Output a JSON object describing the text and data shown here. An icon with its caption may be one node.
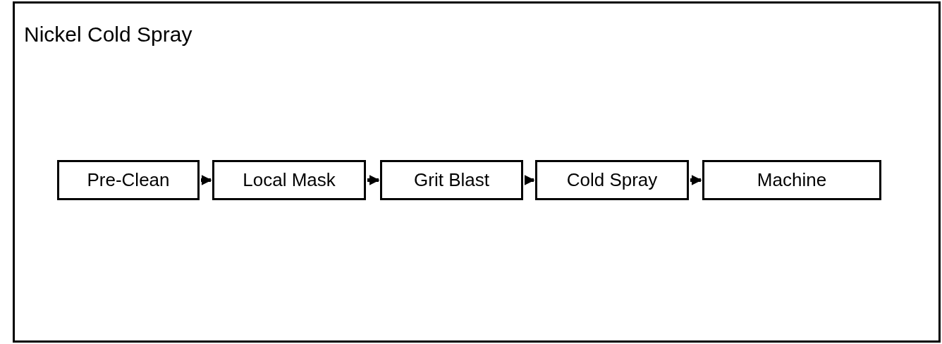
{
  "diagram": {
    "title": "Nickel Cold Spray",
    "nodes": [
      {
        "text": [
          "Pre-Clean"
        ]
      },
      {
        "text": [
          "Local Mask"
        ]
      },
      {
        "text": [
          "Grit Blast"
        ]
      },
      {
        "text": [
          "Cold Spray"
        ]
      },
      {
        "text": [
          "Machine"
        ]
      }
    ],
    "edges": [
      {
        "from": 0,
        "to": 1,
        "arrow": "to"
      },
      {
        "from": 1,
        "to": 2,
        "arrow": "to"
      },
      {
        "from": 2,
        "to": 3,
        "arrow": "to"
      },
      {
        "from": 3,
        "to": 4,
        "arrow": "to"
      }
    ]
  }
}
